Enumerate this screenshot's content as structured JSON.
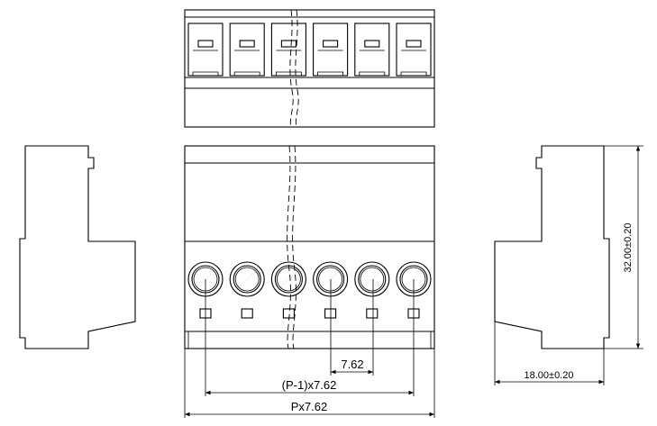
{
  "drawing": {
    "dimensions": {
      "pitch": "7.62",
      "span": "(P-1)x7.62",
      "overall": "Px7.62",
      "height": "32.00±0.20",
      "depth": "18.00±0.20"
    },
    "positions": 6
  }
}
